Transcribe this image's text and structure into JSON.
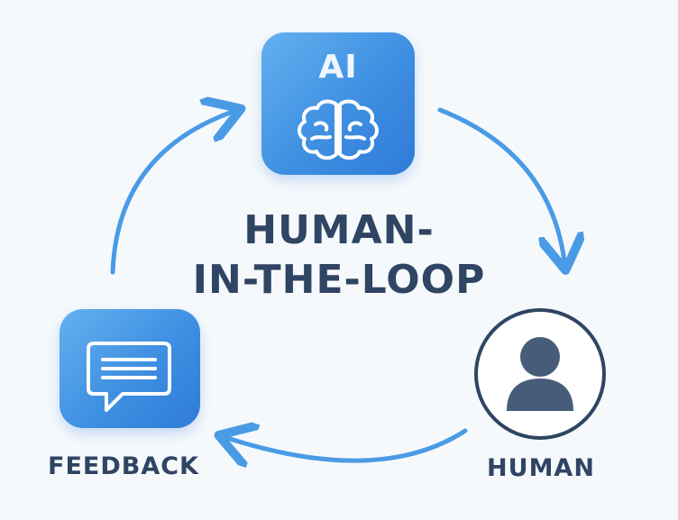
{
  "diagram": {
    "title_line1": "HUMAN-",
    "title_line2": "IN-THE-LOOP",
    "nodes": {
      "ai": {
        "label": "AI",
        "icon": "brain-icon"
      },
      "human": {
        "caption": "HUMAN",
        "icon": "person-icon"
      },
      "feedback": {
        "caption": "FEEDBACK",
        "icon": "chat-bubble-icon"
      }
    },
    "flow": [
      "AI",
      "HUMAN",
      "FEEDBACK",
      "AI"
    ]
  },
  "colors": {
    "background": "#f6f9fc",
    "tile_gradient_start": "#63b1ef",
    "tile_gradient_end": "#2f7bd8",
    "arrow": "#4a9be6",
    "text_dark": "#2f4563",
    "person": "#475c79"
  }
}
